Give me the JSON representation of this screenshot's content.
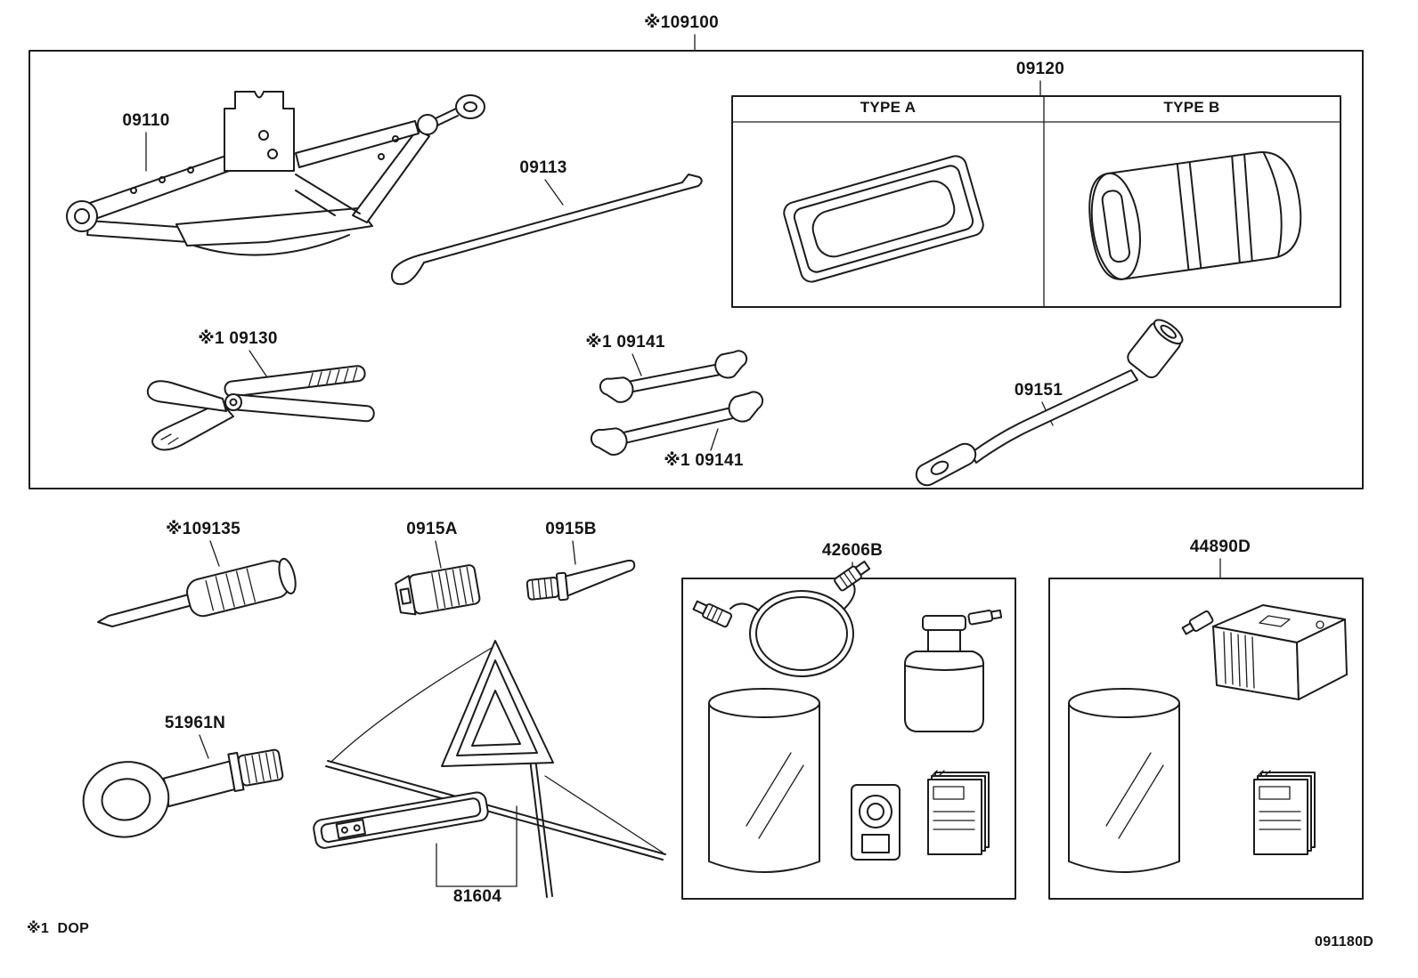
{
  "diagram": {
    "assembly_label": "※109100",
    "footnote": "※1  DOP",
    "drawing_code": "091180D",
    "bag_table": {
      "label": "09120",
      "type_a": "TYPE A",
      "type_b": "TYPE B"
    },
    "parts": {
      "jack": "09110",
      "jack_handle": "09113",
      "pliers": "※1 09130",
      "wrench_upper": "※1 09141",
      "wrench_lower": "※1 09141",
      "wheel_nut_wrench": "09151",
      "screwdriver": "※109135",
      "tool_0915a": "0915A",
      "tool_0915b": "0915B",
      "tow_eyelet": "51961N",
      "warning_triangle": "81604",
      "tire_repair_kit": "42606B",
      "air_compressor_kit": "44890D"
    }
  }
}
